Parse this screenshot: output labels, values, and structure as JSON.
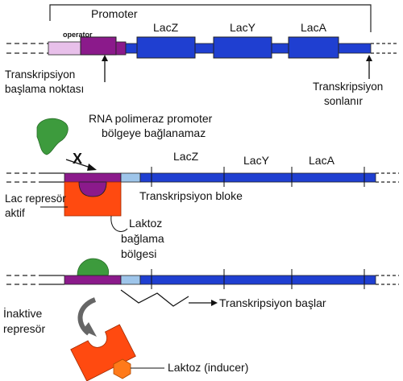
{
  "panel1": {
    "promoter": "Promoter",
    "operator": "operator",
    "genes": [
      "LacZ",
      "LacY",
      "LacA"
    ],
    "start_line1": "Transkripsiyon",
    "start_line2": "başlama noktası",
    "end_line1": "Transkripsiyon",
    "end_line2": "sonlanır"
  },
  "panel2": {
    "rna_line1": "RNA polimeraz promoter",
    "rna_line2": "bölgeye bağlanamaz",
    "block_mark": "X",
    "genes": [
      "LacZ",
      "LacY",
      "LacA"
    ],
    "repressor_line1": "Lac represör",
    "repressor_line2": "aktif",
    "blocked": "Transkripsiyon bloke",
    "lactose_line1": "Laktoz",
    "lactose_line2": "bağlama",
    "lactose_line3": "bölgesi"
  },
  "panel3": {
    "start": "Transkripsiyon başlar",
    "inactive_line1": "İnaktive",
    "inactive_line2": "represör",
    "inducer": "Laktoz (inducer)"
  },
  "colors": {
    "dna_blue": "#1f3fd1",
    "operator_purple": "#8b1a8b",
    "promoter_light_blue": "#9ec5ea",
    "repressor_orange": "#ff4a10",
    "rna_pol_green": "#3d9b3d",
    "inducer_orange": "#ff7a1a"
  }
}
